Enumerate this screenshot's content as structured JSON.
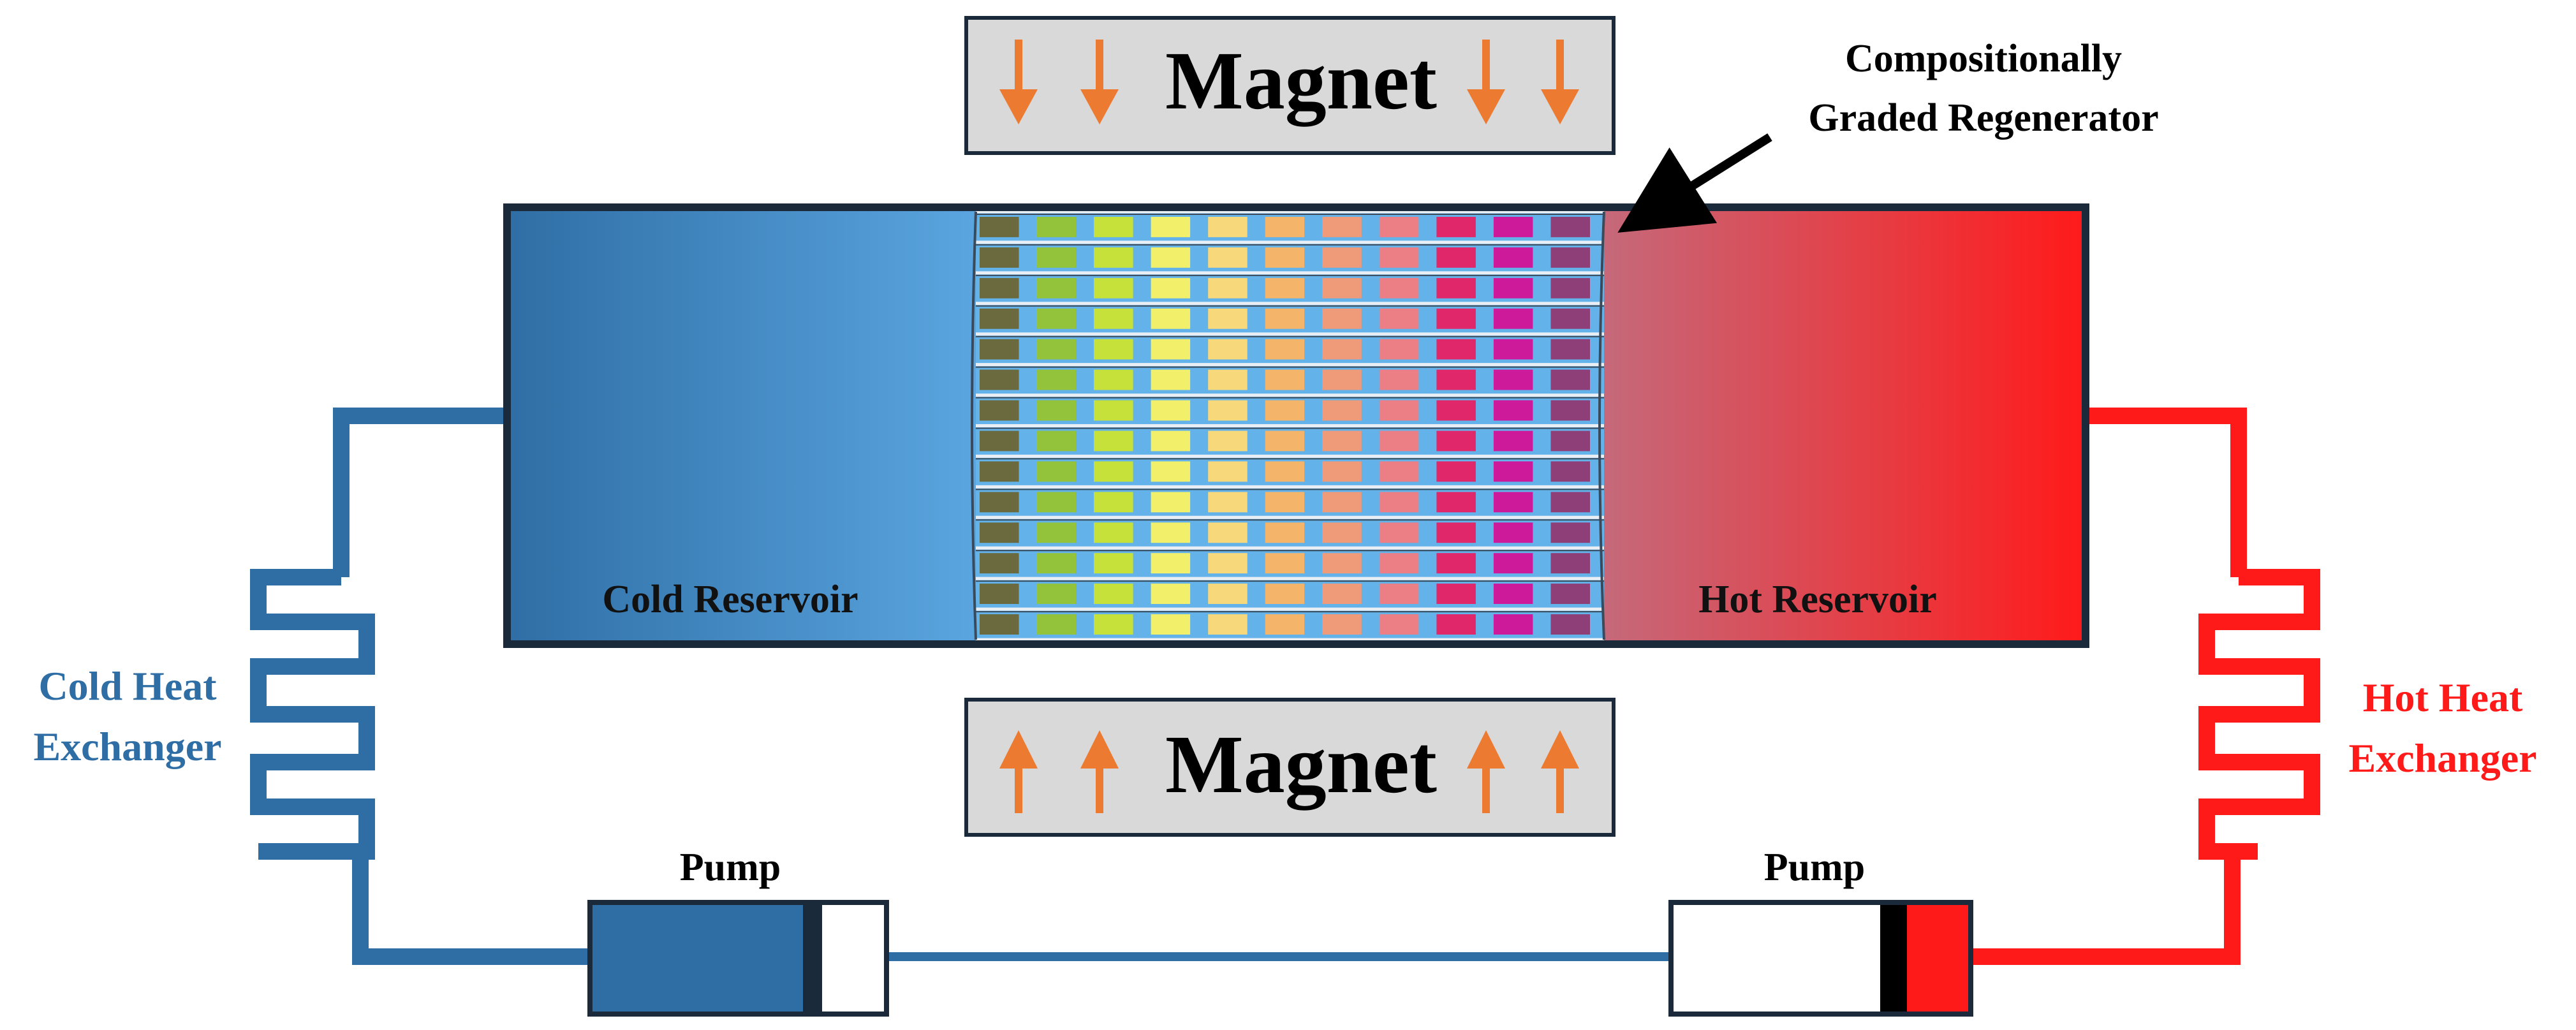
{
  "magnet_top": {
    "label": "Magnet",
    "arrow_direction": "down",
    "arrow_count": 4
  },
  "magnet_bottom": {
    "label": "Magnet",
    "arrow_direction": "up",
    "arrow_count": 4
  },
  "regenerator": {
    "label_line1": "Compositionally",
    "label_line2": "Graded Regenerator",
    "layer_colors": [
      "#6b6a3e",
      "#92c33a",
      "#c6e23a",
      "#f2ef6a",
      "#f7d87a",
      "#f4b56a",
      "#ef9a78",
      "#ec7f86",
      "#e0276a",
      "#cc1a9a",
      "#8e3f78"
    ],
    "spacer_color": "#63b3ea"
  },
  "cold_reservoir": {
    "label": "Cold Reservoir"
  },
  "hot_reservoir": {
    "label": "Hot Reservoir"
  },
  "cold_heat_exchanger": {
    "label_line1": "Cold Heat",
    "label_line2": "Exchanger"
  },
  "hot_heat_exchanger": {
    "label_line1": "Hot Heat",
    "label_line2": "Exchanger"
  },
  "pump_left": {
    "label": "Pump"
  },
  "pump_right": {
    "label": "Pump"
  },
  "colors": {
    "cold": "#2f6ea5",
    "cold_light": "#5aa5e0",
    "hot": "#ff1a1a",
    "hot_light": "#c5697a",
    "arrow": "#ec7a30",
    "magnet_fill": "#d9d9d9",
    "outline": "#1b2a3a"
  }
}
